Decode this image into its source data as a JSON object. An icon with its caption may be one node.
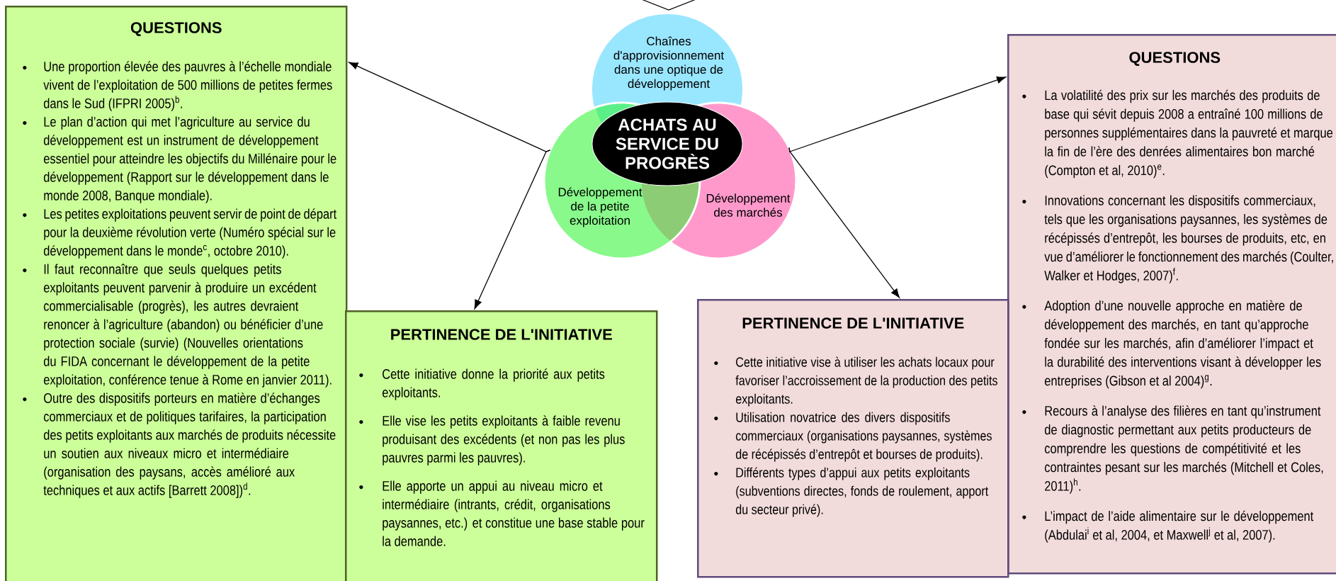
{
  "diagram": {
    "nodes": [
      {
        "text": [
          "QUESTIONS",
          "Une proportion élevée des pauvres à l’échelle mondiale vivent de l’exploitation de 500 millions de petites fermes dans le Sud (IFPRI 2005)$^{b}$.",
          "Le plan d’action qui met l’agriculture au service du développement est un instrument de développement essentiel pour atteindre les objectifs du Millénaire pour le développement (Rapport sur le développement dans le monde 2008, Banque mondiale).",
          "Les petites exploitations peuvent servir de point de départ pour la deuxième révolution verte (Numéro spécial sur le développement dans le monde$^{c}$, octobre 2010).",
          "Il faut reconnaître que seuls quelques petits exploitants peuvent parvenir à produire un excédent commercialisable (progrès), les autres devraient renoncer à l’agriculture (abandon) ou bénéficier d’une protection sociale (survie) (Nouvelles orientations du FIDA concernant le développement de la petite exploitation, conférence tenue à Rome en janvier 2011).",
          "Outre des dispositifs porteurs en matière d’échanges commerciaux et de politiques tarifaires, la participation des petits exploitants aux marchés de produits nécessite un soutien aux niveaux micro et intermédiaire (organisation des paysans, accès amélioré aux techniques et aux actifs [Barrett 2008])$^{d}$."
        ]
      },
      {
        "text": [
          "Chaînes d'approvisionnement dans une optique de développement"
        ]
      },
      {
        "text": [
          "ACHATS AU SERVICE DU PROGRÈS"
        ]
      },
      {
        "text": [
          "Développement de la petite exploitation"
        ]
      },
      {
        "text": [
          "Développement des marchés"
        ]
      },
      {
        "text": [
          "QUESTIONS",
          "La volatilité des prix sur les marchés des produits de base qui sévit depuis 2008 a entraîné 100 millions de personnes supplémentaires dans la pauvreté et marque la fin de l’ère des denrées alimentaires bon marché (Compton et al, 2010)$^{e}$.",
          "Innovations concernant les dispositifs commerciaux, tels que les organisations paysannes, les systèmes de récépissés d’entrepôt, les bourses de produits, etc, en vue d’améliorer le fonctionnement des marchés (Coulter, Walker et Hodges, 2007)$^{f}$.",
          "Adoption d’une nouvelle approche en matière de développement des marchés, en tant qu’approche fondée sur les marchés, afin d’améliorer l’impact et la durabilité des interventions visant à développer les entreprises (Gibson et al 2004)$^{g}$.",
          "Recours à l’analyse des filières en tant qu’instrument de diagnostic permettant aux petits producteurs de comprendre les questions de compétitivité et les contraintes pesant sur les marchés (Mitchell et Coles, 2011)$^{h}$.",
          "L’impact de l’aide alimentaire sur le développement (Abdulai$^{i}$ et al, 2004, et Maxwell$^{j}$ et al, 2007)."
        ]
      },
      {
        "text": [
          "PERTINENCE DE L'INITIATIVE",
          "Cette initiative donne la priorité aux petits exploitants.",
          "Elle vise les petits exploitants à faible revenu produisant des excédents (et non pas les plus pauvres parmi les pauvres).",
          "Elle apporte un appui au niveau micro et intermédiaire (intrants, crédit, organisations paysannes, etc.) et constitue une base stable pour la demande."
        ]
      },
      {
        "text": [
          "PERTINENCE DE L'INITIATIVE",
          "Cette initiative vise à utiliser les achats locaux pour favoriser l’accroissement de la production des petits exploitants.",
          "Utilisation novatrice des divers dispositifs commerciaux (organisations paysannes, systèmes de récépissés d’entrepôt et bourses de produits).",
          "Différents types d’appui aux petits exploitants (subventions directes, fonds de roulement, apport du secteur privé)."
        ]
      }
    ],
    "edges": [
      {
        "from": 3,
        "to": 0,
        "arrow": "to"
      },
      {
        "from": 3,
        "to": 6,
        "arrow": "to"
      },
      {
        "from": 4,
        "to": 5,
        "arrow": "to"
      },
      {
        "from": 4,
        "to": 7,
        "arrow": "to"
      }
    ]
  }
}
